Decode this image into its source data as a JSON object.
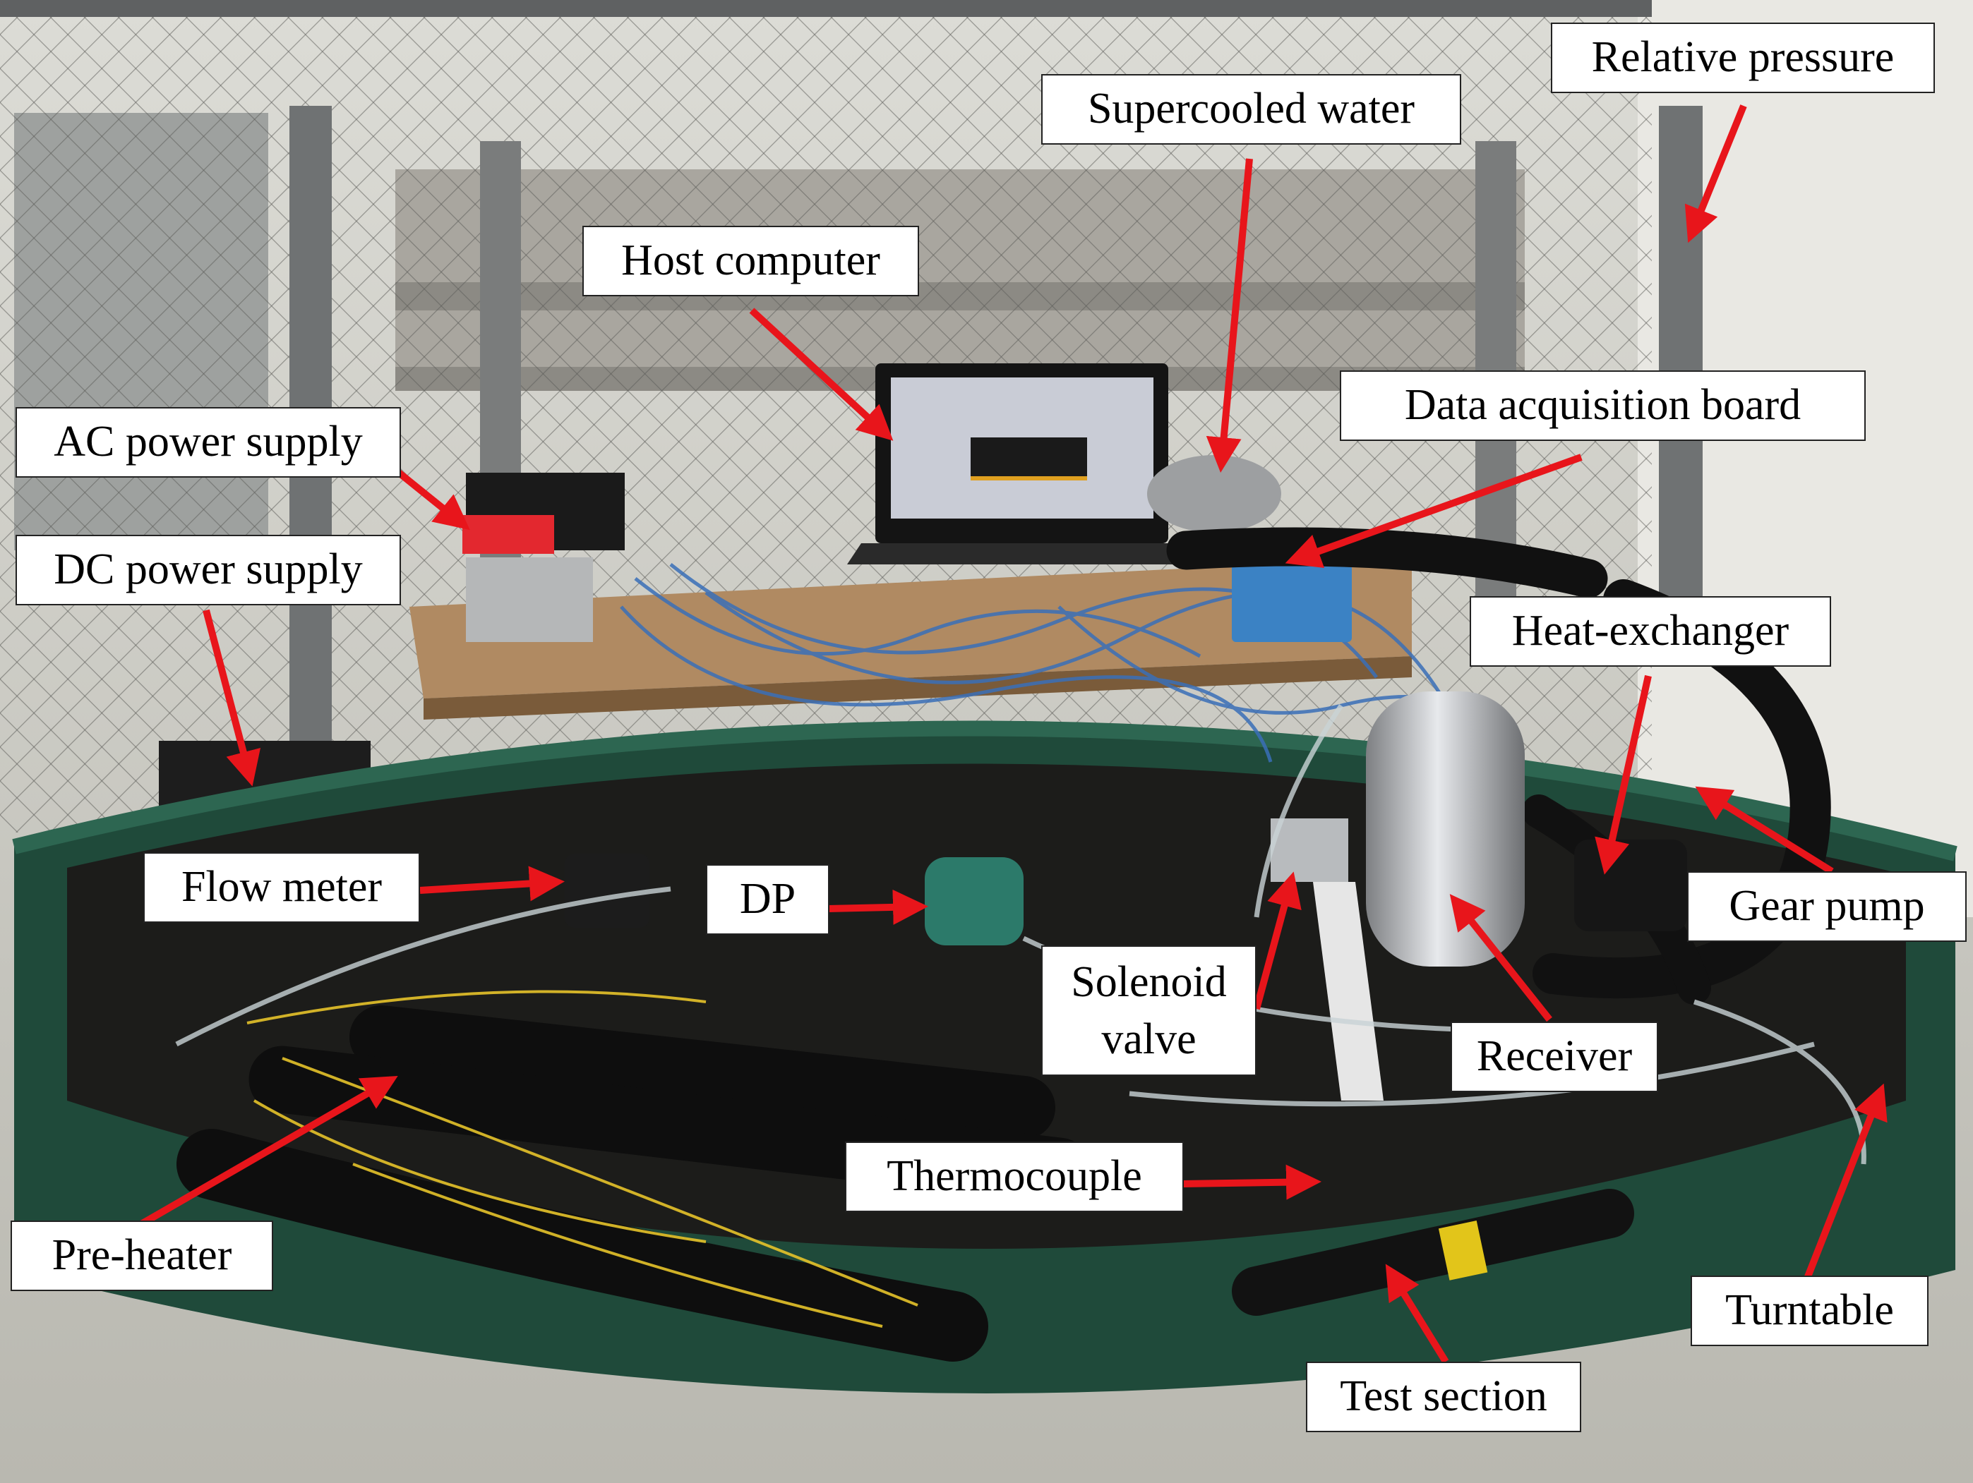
{
  "figure": {
    "colors": {
      "background_wall": "#cfcfca",
      "mesh": "#5b5b57",
      "turntable_rim": "#1f4a3a",
      "turntable_deck": "#1c1c1a",
      "workbench": "#b08a62",
      "arrow": "#e8151b",
      "label_bg": "#ffffff"
    },
    "labels": {
      "relative_pressure": "Relative pressure",
      "supercooled_water": "Supercooled water",
      "host_computer": "Host computer",
      "data_acquisition_board": "Data acquisition board",
      "ac_power_supply": "AC power supply",
      "dc_power_supply": "DC power supply",
      "heat_exchanger": "Heat-exchanger",
      "flow_meter": "Flow meter",
      "dp": "DP",
      "solenoid_valve_line1": "Solenoid",
      "solenoid_valve_line2": "valve",
      "gear_pump": "Gear pump",
      "receiver": "Receiver",
      "thermocouple": "Thermocouple",
      "pre_heater": "Pre-heater",
      "turntable": "Turntable",
      "test_section": "Test section"
    }
  }
}
